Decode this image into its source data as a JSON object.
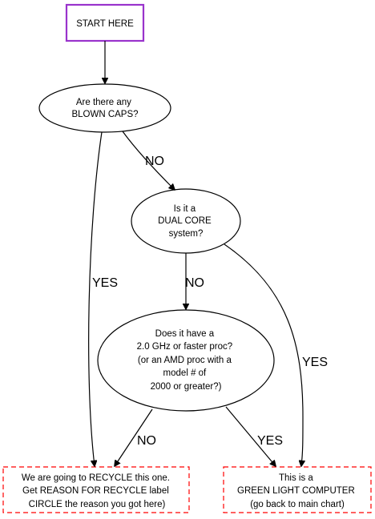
{
  "diagram": {
    "colors": {
      "start_border": "#9933cc",
      "decision_border": "#000000",
      "terminal_border": "#ff0000",
      "edge": "#000000",
      "text": "#000000",
      "background": "#ffffff"
    },
    "nodes": {
      "start": {
        "label": "START HERE"
      },
      "blown_caps": {
        "lines": [
          "Are there any",
          "BLOWN CAPS?"
        ]
      },
      "dual_core": {
        "lines": [
          "Is it a",
          "DUAL CORE",
          "system?"
        ]
      },
      "fast_proc": {
        "lines": [
          "Does it have a",
          "2.0 GHz or faster proc?",
          "(or an AMD proc with a",
          "model # of",
          "2000 or greater?)"
        ]
      },
      "recycle": {
        "lines": [
          "We are going to RECYCLE this one.",
          "Get REASON FOR RECYCLE label",
          "CIRCLE the reason you got here)"
        ]
      },
      "green_light": {
        "lines": [
          "This is a",
          "GREEN LIGHT COMPUTER",
          "(go back to main chart)"
        ]
      }
    },
    "edges": {
      "caps_no": "NO",
      "caps_yes": "YES",
      "dual_no": "NO",
      "dual_yes": "YES",
      "proc_no": "NO",
      "proc_yes": "YES"
    }
  }
}
